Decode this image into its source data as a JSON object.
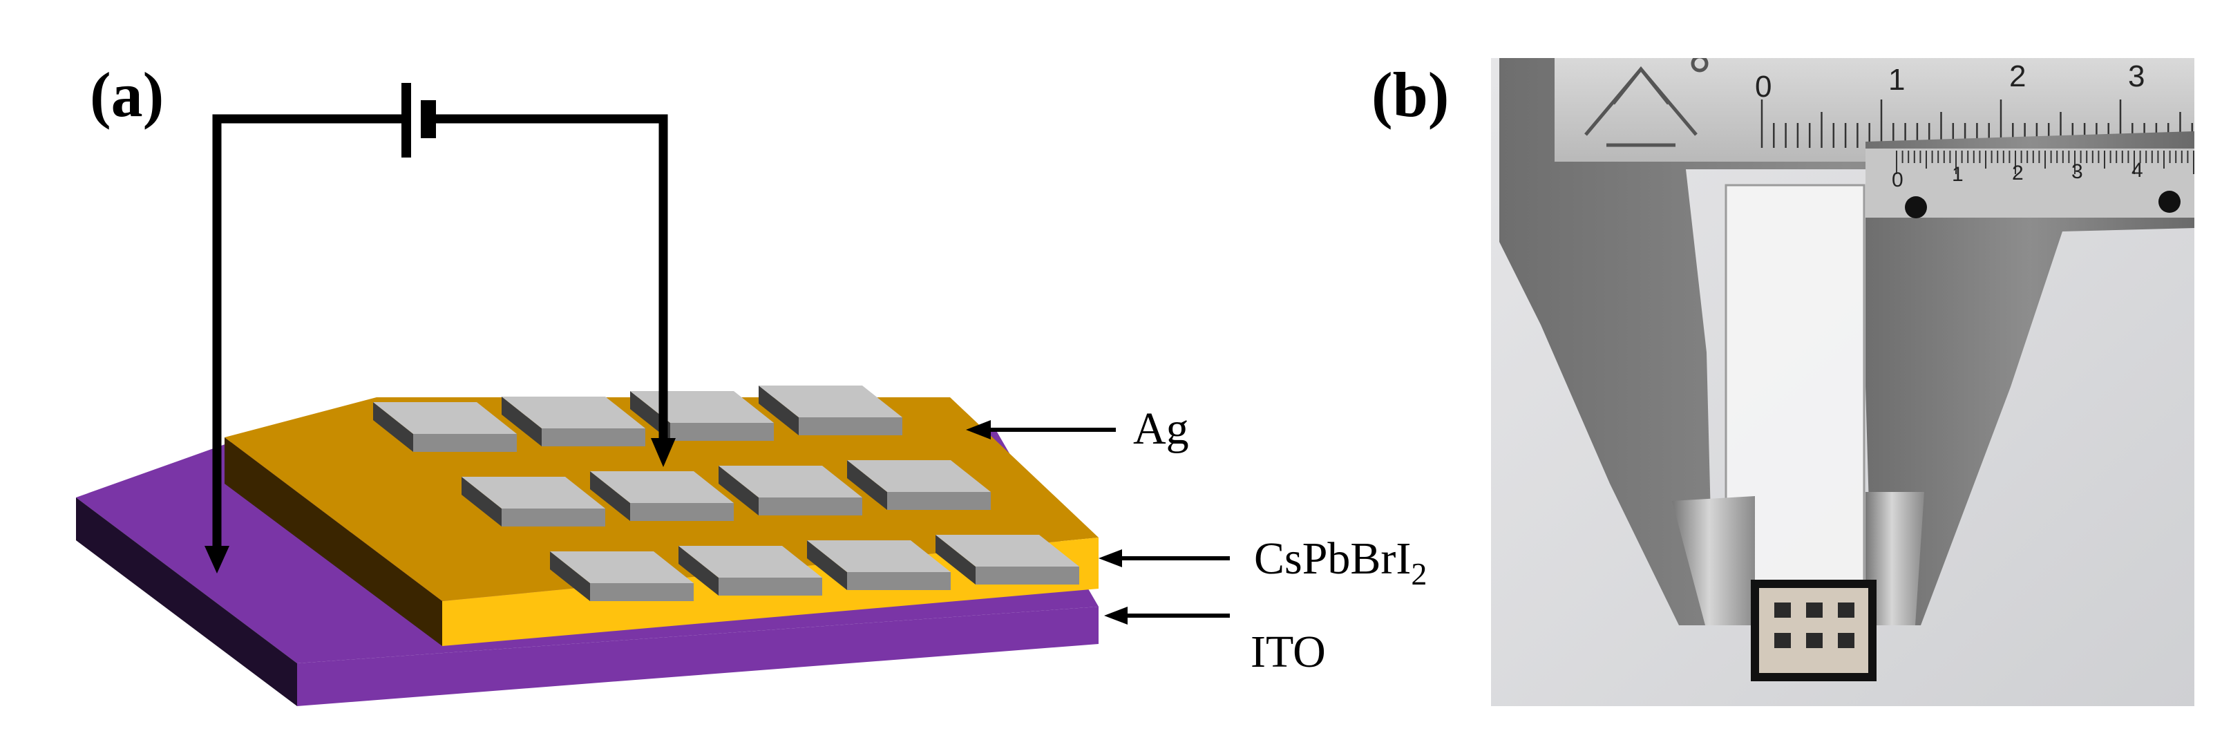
{
  "panels": {
    "a": {
      "label": "(a)"
    },
    "b": {
      "label": "(b)"
    }
  },
  "layers": {
    "ag": {
      "label": "Ag"
    },
    "cspbbri2": {
      "label_main": "CsPbBrI",
      "label_sub": "2"
    },
    "ito": {
      "label": "ITO"
    }
  },
  "colors": {
    "ito_top": "#7a35a6",
    "ito_front": "#7a35a6",
    "ito_side": "#1e0e2c",
    "perov_top": "#c88c00",
    "perov_front": "#ffc20e",
    "perov_side": "#3a2500",
    "ag_top": "#c4c4c4",
    "ag_front": "#8c8c8c",
    "ag_side": "#3c3c3c",
    "wire": "#000000"
  },
  "icons": {
    "battery": "battery-symbol-icon",
    "arrow": "arrow-head-icon",
    "logo": "caliper-mountain-logo"
  },
  "caliper": {
    "main_scale": [
      "0",
      "1",
      "2",
      "3"
    ],
    "vernier_scale": [
      "0",
      "1",
      "2",
      "3",
      "4"
    ]
  }
}
